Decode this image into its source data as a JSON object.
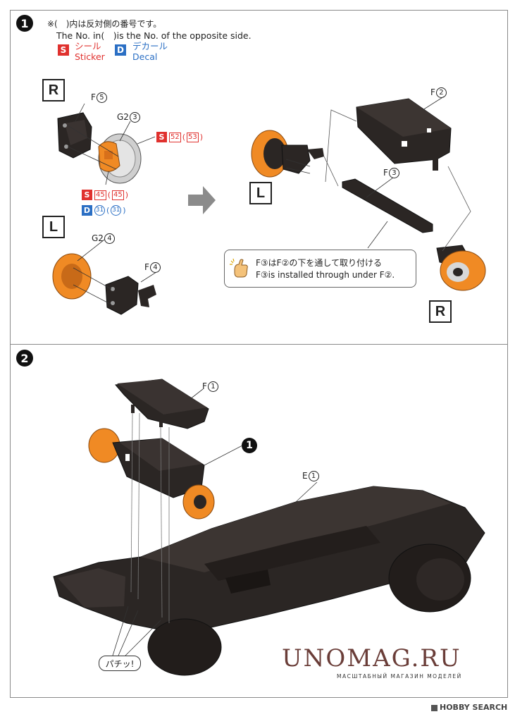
{
  "step1": {
    "number": "1",
    "note_jp": "※(　)内は反対側の番号です。",
    "note_en": "The No. in(　)is the No. of the opposite side.",
    "legend": {
      "sticker_mark": "S",
      "sticker_jp": "シール",
      "sticker_en": "Sticker",
      "decal_mark": "D",
      "decal_jp": "デカール",
      "decal_en": "Decal"
    },
    "right_side_label": "R",
    "left_side_label": "L",
    "parts": {
      "f5": "F",
      "f5_num": "5",
      "g2_3": "G2",
      "g2_3_num": "3",
      "g2_4": "G2",
      "g2_4_num": "4",
      "f4": "F",
      "f4_num": "4",
      "f2": "F",
      "f2_num": "2",
      "f3": "F",
      "f3_num": "3"
    },
    "stickers": {
      "row1_mark": "S",
      "row1_a": "52",
      "row1_b": "53",
      "row2_mark": "S",
      "row2_a": "45",
      "row2_b": "45",
      "row3_mark": "D",
      "row3_a": "31",
      "row3_b": "31"
    },
    "callout_jp": "F③はF②の下を通して取り付ける",
    "callout_en": "F③is installed through under F②.",
    "assembled_left_label": "L",
    "assembled_right_label": "R"
  },
  "step2": {
    "number": "2",
    "f1": "F",
    "f1_num": "1",
    "sub_assembly": "1",
    "e1": "E",
    "e1_num": "1",
    "snap": "パチッ!"
  },
  "watermark": "UNOMAG.RU",
  "watermark_sub": "МАСШТАБНЫЙ МАГАЗИН МОДЕЛЕЙ",
  "source": "HOBBY SEARCH"
}
